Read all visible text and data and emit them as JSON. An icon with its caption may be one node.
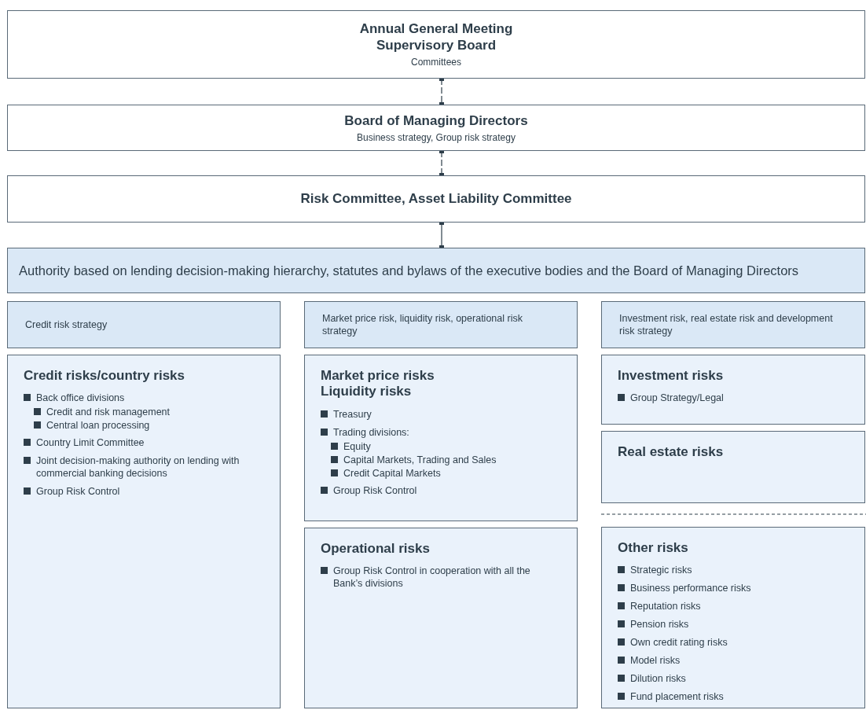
{
  "diagram": {
    "nodes": [
      {
        "text": [
          "Annual General Meeting Supervisory Board",
          "Committees"
        ]
      },
      {
        "text": [
          "Board of Managing Directors",
          "Business strategy, Group risk strategy"
        ]
      },
      {
        "text": [
          "Risk Committee, Asset Liability Committee"
        ]
      },
      {
        "text": [
          "Authority based on lending decision-making hierarchy, statutes and bylaws of the executive bodies and the Board of Managing Directors"
        ]
      },
      {
        "text": [
          "Credit risk strategy"
        ]
      },
      {
        "text": [
          "Market price risk, liquidity risk, operational risk strategy"
        ]
      },
      {
        "text": [
          "Investment risk, real estate risk and development risk strategy"
        ]
      },
      {
        "text": [
          "Credit risks/country risks",
          "Back office divisions",
          "Credit and risk management",
          "Central loan processing",
          "Country Limit Committee",
          "Joint decision-making authority on lending with commercial banking decisions",
          "Group Risk Control"
        ]
      },
      {
        "text": [
          "Market price risks Liquidity risks",
          "Treasury",
          "Trading divisions:",
          "Equity",
          "Capital Markets, Trading and Sales",
          "Credit Capital Markets",
          "Group Risk Control"
        ]
      },
      {
        "text": [
          "Investment risks",
          "Group Strategy/Legal"
        ]
      },
      {
        "text": [
          "Real estate risks"
        ]
      },
      {
        "text": [
          "Operational risks",
          "Group Risk Control in cooperation with all the Bank’s divisions"
        ]
      },
      {
        "text": [
          "Other risks",
          "Strategic risks",
          "Business performance risks",
          "Reputation risks",
          "Pension risks",
          "Own credit rating risks",
          "Model risks",
          "Dilution risks",
          "Fund placement risks"
        ]
      }
    ],
    "edges": [
      {
        "from": 0,
        "to": 1,
        "arrow": "other",
        "style": "dashed"
      },
      {
        "from": 1,
        "to": 2,
        "arrow": "other",
        "style": "dashed"
      },
      {
        "from": 2,
        "to": 3,
        "arrow": "other"
      }
    ]
  }
}
